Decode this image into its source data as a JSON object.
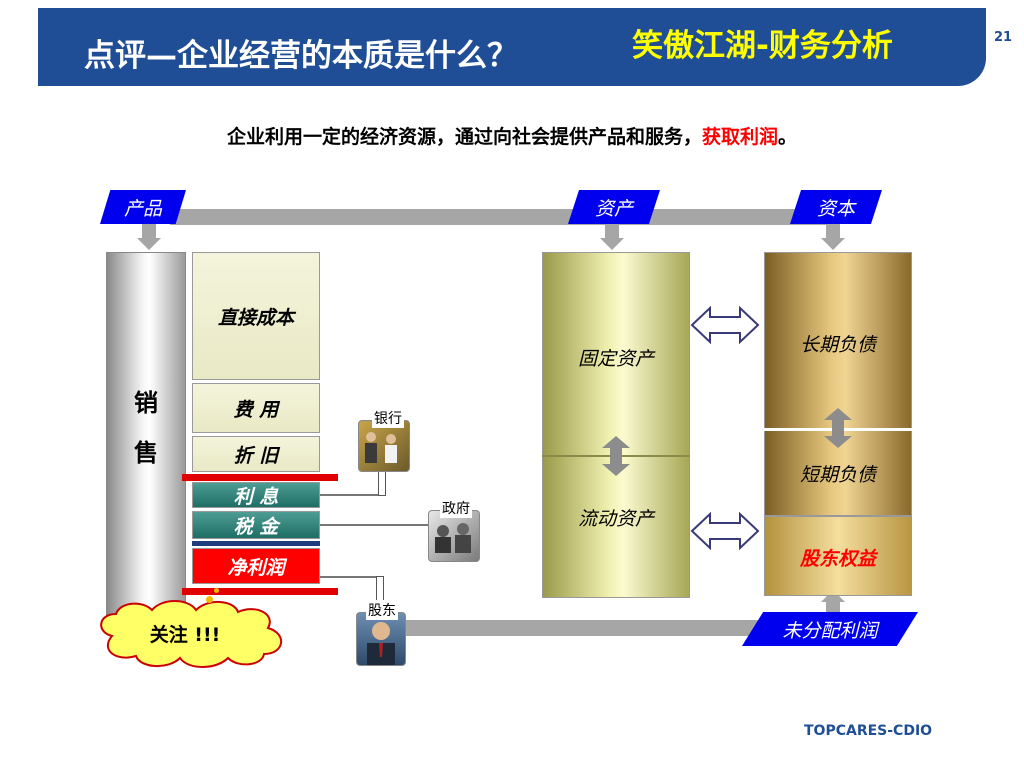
{
  "header": {
    "title": "点评—企业经营的本质是什么？",
    "brand": "笑傲江湖-财务分析",
    "page_number": "21"
  },
  "statement": {
    "prefix": "企业利用一定的经济资源，通过向社会提供产品和服务，",
    "highlight": "获取利润",
    "suffix": "。"
  },
  "tags": {
    "product": "产品",
    "assets": "资产",
    "capital": "资本",
    "retained": "未分配利润"
  },
  "sales": {
    "line1": "销",
    "line2": "售"
  },
  "cost_blocks": {
    "direct_cost": "直接成本",
    "expense": "费 用",
    "depreciation": "折 旧",
    "interest": "利 息",
    "tax": "税 金",
    "net_profit": "净利润"
  },
  "stakeholders": {
    "bank": "银行",
    "government": "政府",
    "shareholder": "股东"
  },
  "assets": {
    "fixed": "固定资产",
    "current": "流动资产"
  },
  "capital": {
    "long_term_debt": "长期负债",
    "short_term_debt": "短期负债",
    "equity": "股东权益"
  },
  "callout": "关注 !!!",
  "footer": "TOPCARES-CDIO",
  "colors": {
    "header_bg": "#1f4e96",
    "brand_text": "#ffff00",
    "tag_bg": "#0000ee",
    "highlight": "#ff0000",
    "pipe": "#a6a6a6"
  }
}
